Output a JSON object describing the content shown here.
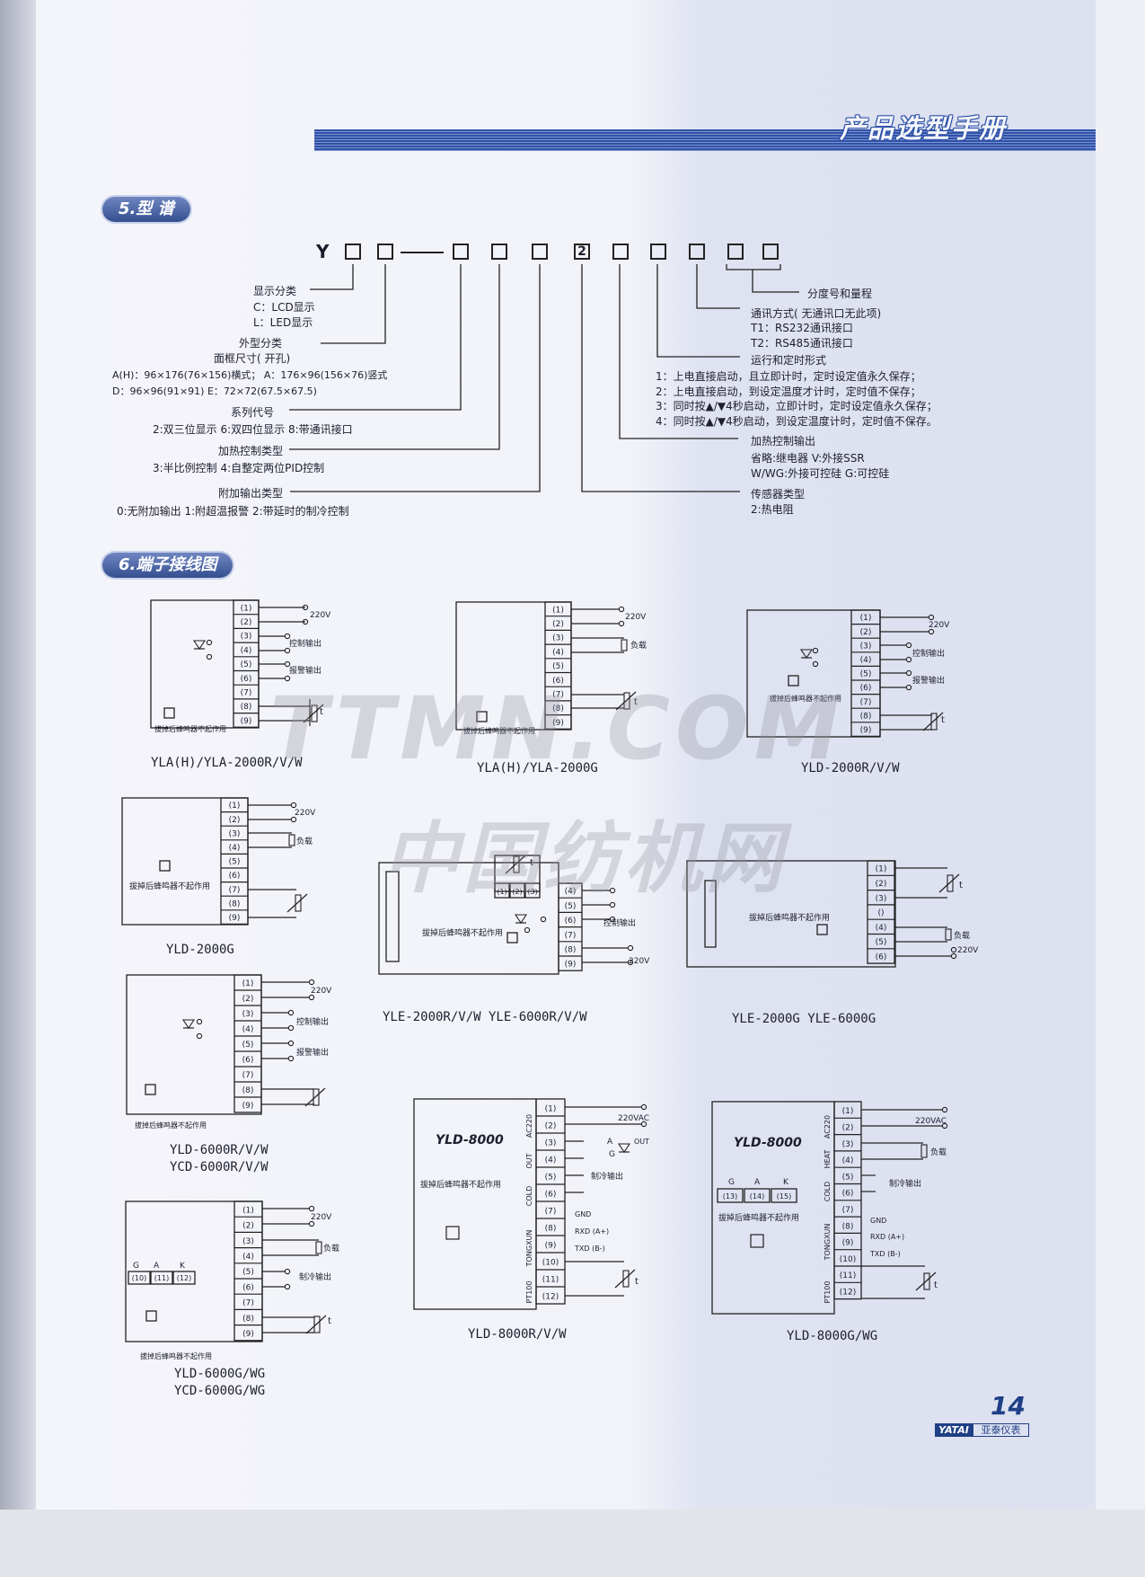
{
  "header": {
    "title": "产品选型手册"
  },
  "section5": {
    "title": "5.型 谱",
    "model_prefix": "Y",
    "model_fixed_digit": "2",
    "labels": {
      "display": "显示分类",
      "display_c": "C：LCD显示",
      "display_l": "L：LED显示",
      "shape": "外型分类",
      "panel": "面框尺寸( 开孔)",
      "shape_a": "A(H)：96×176(76×156)横式； A：176×96(156×76)竖式",
      "shape_d": "D：96×96(91×91)    E：72×72(67.5×67.5)",
      "series": "系列代号",
      "series_opts": "2:双三位显示  6:双四位显示  8:带通讯接口",
      "heat_type": "加热控制类型",
      "heat_type_opts": "3:半比例控制  4:自整定两位PID控制",
      "aux": "附加输出类型",
      "aux_opts": "0:无附加输出  1:附超温报警  2:带延时的制冷控制",
      "range": "分度号和量程",
      "comm": "通讯方式( 无通讯口无此项)",
      "comm_t1": "T1：RS232通讯接口",
      "comm_t2": "T2：RS485通讯接口",
      "run": "运行和定时形式",
      "run_1": "1：上电直接启动，且立即计时，定时设定值永久保存；",
      "run_2": "2：上电直接启动，到设定温度才计时，定时值不保存；",
      "run_3": "3：同时按▲/▼4秒启动，立即计时，定时设定值永久保存；",
      "run_4": "4：同时按▲/▼4秒启动，到设定温度计时，定时值不保存。",
      "heat_out": "加热控制输出",
      "heat_out_1": "省略:继电器  V:外接SSR",
      "heat_out_2": "W/WG:外接可控硅  G:可控硅",
      "sensor": "传感器类型",
      "sensor_1": "2:热电阻"
    }
  },
  "section6": {
    "title": "6.端子接线图",
    "common": {
      "v220": "220V",
      "v220ac": "220VAC",
      "ctrl_out": "控制输出",
      "alarm_out": "报警输出",
      "load": "负载",
      "cool_out": "制冷输出",
      "buzzer": "拔掉后蜂鸣器不起作用",
      "t": "t",
      "out": "OUT",
      "a": "A",
      "g": "G",
      "k": "K",
      "ac220": "AC220",
      "heat": "HEAT",
      "cold": "COLD",
      "tongxun": "TONGXUN",
      "pt100": "PT100",
      "gnd": "GND",
      "rxd": "RXD  (A+)",
      "txd": "TXD  (B-)",
      "yld8000": "YLD-8000"
    },
    "captions": {
      "d1": "YLA(H)/YLA-2000R/V/W",
      "d2": "YLA(H)/YLA-2000G",
      "d3": "YLD-2000R/V/W",
      "d4": "YLD-2000G",
      "d5": "YLE-2000R/V/W    YLE-6000R/V/W",
      "d6": "YLE-2000G    YLE-6000G",
      "d7a": "YLD-6000R/V/W",
      "d7b": "YCD-6000R/V/W",
      "d8": "YLD-8000R/V/W",
      "d9": "YLD-8000G/WG",
      "d10a": "YLD-6000G/WG",
      "d10b": "YCD-6000G/WG"
    }
  },
  "watermark": {
    "line1": "TTMN.COM",
    "line2": "中国纺机网"
  },
  "footer": {
    "page_number": "14",
    "brand_en": "YATAI",
    "brand_cn": "亚泰仪表"
  }
}
